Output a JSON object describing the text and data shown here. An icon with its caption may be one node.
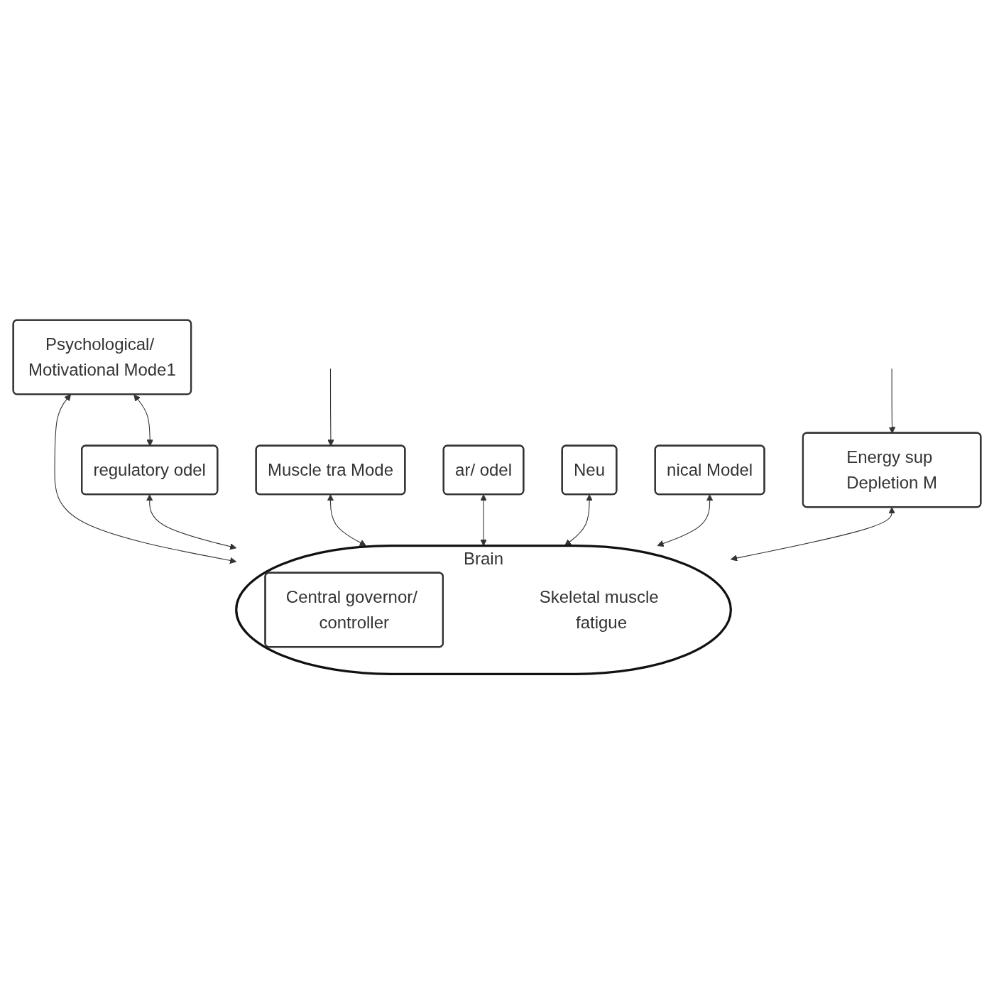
{
  "diagram": {
    "nodes": [
      {
        "text": [
          "Psychological/ Motivational Mode1"
        ]
      },
      {
        "text": [
          "regulatory odel"
        ]
      },
      {
        "text": [
          "Brain",
          "Skeletal muscle fatigue"
        ]
      },
      {
        "text": [
          "Central governor/ controller"
        ],
        "in": 2
      },
      {
        "text": [
          "ar/ odel"
        ]
      },
      {
        "text": [
          "nical Model"
        ]
      },
      {
        "text": [
          "Muscle tra Mode"
        ]
      },
      {
        "text": [
          "Neu"
        ]
      },
      {
        "text": [
          "Energy sup Depletion M"
        ]
      }
    ],
    "edges": [
      {
        "from": 0,
        "to": 1,
        "arrow": "both"
      },
      {
        "from": 0,
        "to": 2,
        "arrow": "both"
      },
      {
        "from": 1,
        "to": 2,
        "arrow": "both"
      },
      {
        "from": 6,
        "to": 2,
        "arrow": "both"
      },
      {
        "from": 4,
        "to": 2,
        "arrow": "both"
      },
      {
        "from": 7,
        "to": 2,
        "arrow": "both"
      },
      {
        "from": 5,
        "to": 2,
        "arrow": "both"
      },
      {
        "from": 8,
        "to": 2,
        "arrow": "both"
      },
      {
        "from": null,
        "to": 6,
        "arrow": "to"
      },
      {
        "from": null,
        "to": 8,
        "arrow": "to"
      }
    ]
  }
}
